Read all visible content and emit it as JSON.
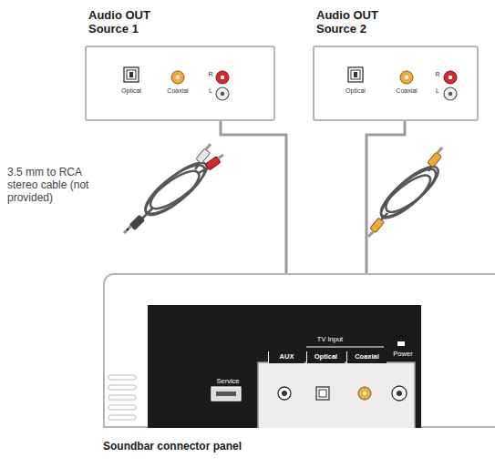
{
  "diagram": {
    "caption": "Soundbar connector panel",
    "nodes": [
      {
        "text": [
          "Audio OUT Source 1",
          "Optical",
          "Coaxial",
          "R",
          "L"
        ]
      },
      {
        "text": [
          "Audio OUT Source 2",
          "Optical",
          "Coaxial",
          "R",
          "L"
        ]
      },
      {
        "text": [
          "TV Input",
          "Service",
          "Power"
        ]
      },
      {
        "text": [
          "AUX"
        ],
        "in": 2
      },
      {
        "text": [
          "Optical"
        ],
        "in": 2
      },
      {
        "text": [
          "Coaxial"
        ],
        "in": 2
      }
    ],
    "edges": [
      {
        "from": 0,
        "to": 3,
        "arrow": "to"
      },
      {
        "from": 1,
        "to": 5,
        "arrow": "to"
      }
    ],
    "labels": [
      "3.5 mm to RCA stereo cable (not provided)"
    ]
  }
}
